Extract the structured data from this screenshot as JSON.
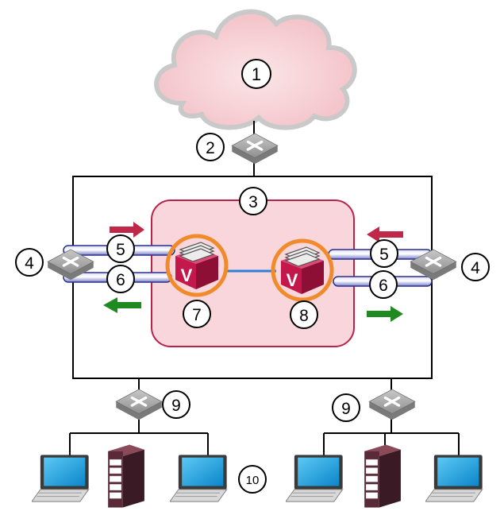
{
  "labels": {
    "cloud": "1",
    "wan_switch": "2",
    "virtual_group": "3",
    "edge_switch_left": "4",
    "edge_switch_right": "4",
    "link_top_left": "5",
    "link_bottom_left": "6",
    "link_top_right": "5",
    "link_bottom_right": "6",
    "appliance_left": "7",
    "appliance_right": "8",
    "lan_switch_left": "9",
    "lan_switch_right": "9",
    "clients": "10"
  },
  "appliance_glyph": "V",
  "icons": {
    "cloud": "cloud-icon",
    "switch": "network-switch-icon",
    "appliance": "virtual-appliance-icon",
    "laptop": "laptop-icon",
    "server": "server-tower-icon",
    "arrow_in": "arrow-icon",
    "arrow_out": "arrow-icon"
  },
  "colors": {
    "outer_frame": "#000000",
    "group_fill": "#f9d6db",
    "group_border": "#b8234a",
    "ring": "#f08a2b",
    "appliance": "#c2184c",
    "link": "#2a2f8a",
    "crosslink": "#2f7fd8",
    "arrow_in": "#c0284a",
    "arrow_out": "#1f8a1f",
    "switch": "#a9a9a9",
    "laptop_screen": "#19a8e8",
    "server": "#5a2a38"
  }
}
